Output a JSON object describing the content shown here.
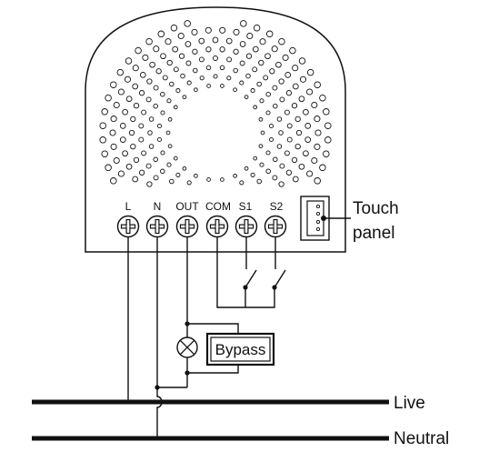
{
  "terminals": [
    "L",
    "N",
    "OUT",
    "COM",
    "S1",
    "S2"
  ],
  "touch_panel_label": [
    "Touch",
    "panel"
  ],
  "bypass_label": "Bypass",
  "bus_lines": {
    "live": "Live",
    "neutral": "Neutral"
  }
}
